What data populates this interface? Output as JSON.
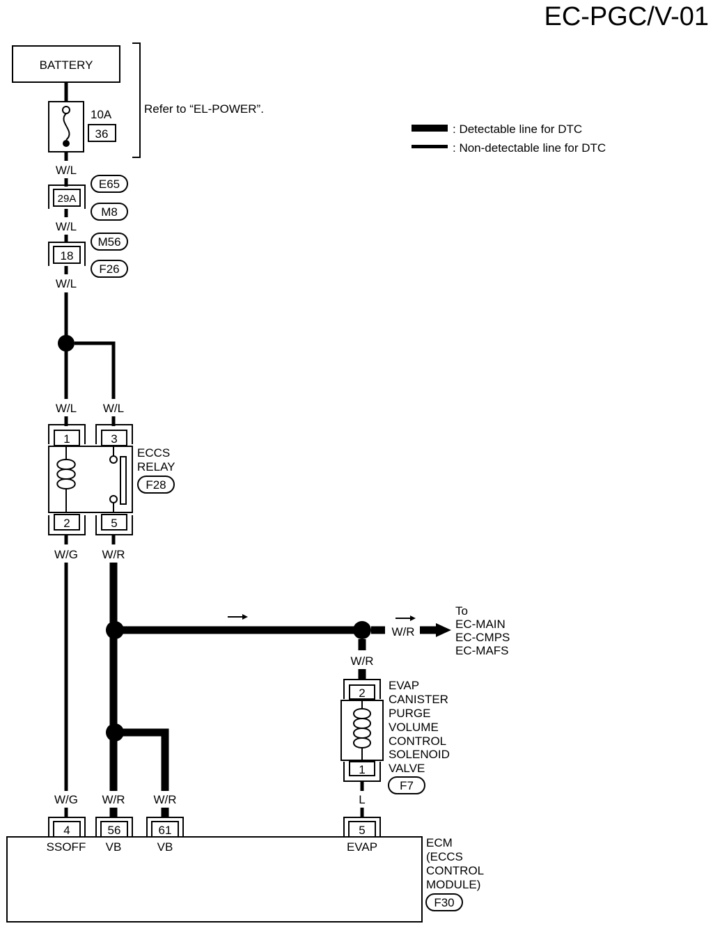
{
  "page_id": "EC-PGC/V-01",
  "battery": {
    "label": "BATTERY"
  },
  "fuse": {
    "rating": "10A",
    "number": "36",
    "note": "Refer to “EL-POWER”."
  },
  "legend": {
    "detectable": ": Detectable line for DTC",
    "non_detectable": ": Non-detectable line for DTC"
  },
  "connectors": {
    "e65": "E65",
    "c29a": "29A",
    "m8": "M8",
    "m56": "M56",
    "c18": "18",
    "f26": "F26"
  },
  "wires": {
    "wl1": "W/L",
    "wl2": "W/L",
    "wl3": "W/L",
    "wl4": "W/L",
    "wl5": "W/L",
    "wg_top": "W/G",
    "wr_top": "W/R",
    "wr_out": "W/R",
    "wr_evap": "W/R",
    "l_evap": "L",
    "wg_bot": "W/G",
    "wr_bot1": "W/R",
    "wr_bot2": "W/R"
  },
  "relay": {
    "name_line1": "ECCS",
    "name_line2": "RELAY",
    "connector": "F28",
    "pin1": "1",
    "pin3": "3",
    "pin2": "2",
    "pin5": "5"
  },
  "to_block": {
    "to": "To",
    "line1": "EC-MAIN",
    "line2": "EC-CMPS",
    "line3": "EC-MAFS"
  },
  "evap_valve": {
    "lines": [
      "EVAP",
      "CANISTER",
      "PURGE",
      "VOLUME",
      "CONTROL",
      "SOLENOID",
      "VALVE"
    ],
    "connector": "F7",
    "pin_top": "2",
    "pin_bottom": "1"
  },
  "ecm": {
    "pins": [
      {
        "number": "4",
        "label": "SSOFF"
      },
      {
        "number": "56",
        "label": "VB"
      },
      {
        "number": "61",
        "label": "VB"
      },
      {
        "number": "5",
        "label": "EVAP"
      }
    ],
    "name_lines": [
      "ECM",
      "(ECCS",
      "CONTROL",
      "MODULE)"
    ],
    "connector": "F30"
  }
}
